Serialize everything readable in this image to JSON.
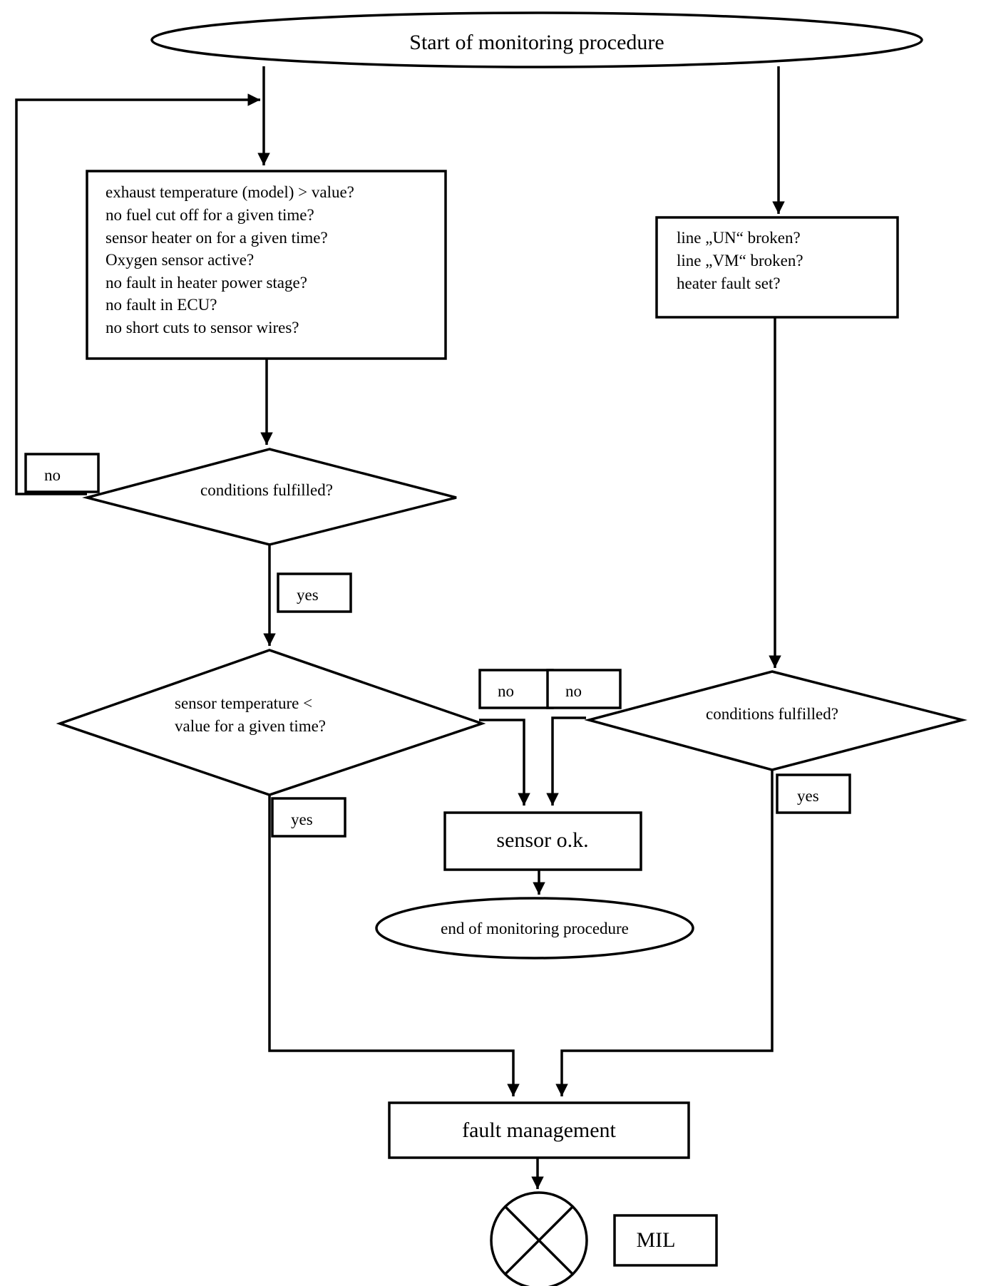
{
  "start": {
    "label": "Start of monitoring procedure"
  },
  "conditions_box": {
    "lines": [
      "exhaust temperature (model) > value?",
      "no fuel cut off for a given time?",
      "sensor heater on for a given time?",
      "Oxygen sensor active?",
      "no fault in heater power stage?",
      "no fault in ECU?",
      "no short cuts to sensor wires?"
    ]
  },
  "line_box": {
    "lines": [
      "line „UN“ broken?",
      "line „VM“ broken?",
      "heater fault set?"
    ]
  },
  "decision_left": {
    "label": "conditions fulfilled?"
  },
  "decision_sensor_temp": {
    "lines": [
      "sensor temperature <",
      "value for a given time?"
    ]
  },
  "decision_right": {
    "label": "conditions fulfilled?"
  },
  "labels": {
    "no_left": "no",
    "yes_left": "yes",
    "no_mid1": "no",
    "no_mid2": "no",
    "yes_sensor": "yes",
    "yes_right": "yes"
  },
  "sensor_ok": {
    "label": "sensor o.k."
  },
  "end": {
    "label": "end of monitoring procedure"
  },
  "fault_management": {
    "label": "fault management"
  },
  "mil": {
    "label": "MIL"
  }
}
